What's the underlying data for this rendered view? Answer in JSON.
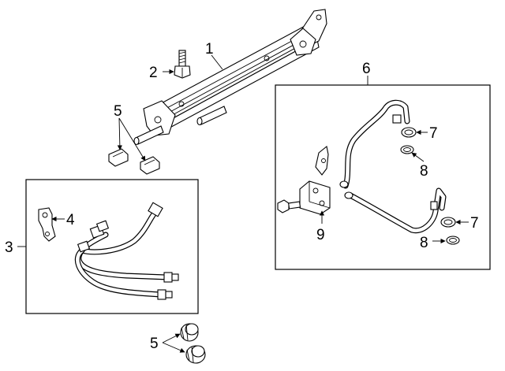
{
  "diagram": {
    "callouts": {
      "c1": "1",
      "c2": "2",
      "c3": "3",
      "c4": "4",
      "c5_top": "5",
      "c5_bottom": "5",
      "c6": "6",
      "c7_top": "7",
      "c7_bottom": "7",
      "c8_top": "8",
      "c8_bottom": "8",
      "c9": "9"
    }
  }
}
